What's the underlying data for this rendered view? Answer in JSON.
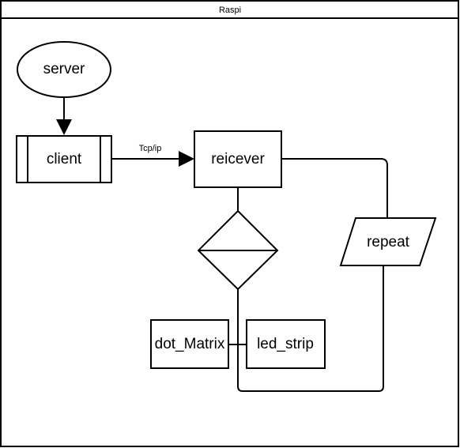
{
  "container": {
    "title": "Raspi"
  },
  "nodes": {
    "server": "server",
    "client": "client",
    "receiver": "reicever",
    "repeat": "repeat",
    "dot_matrix": "dot_Matrix",
    "led_strip": "led_strip"
  },
  "edges": {
    "client_to_receiver": "Tcp/ip"
  }
}
